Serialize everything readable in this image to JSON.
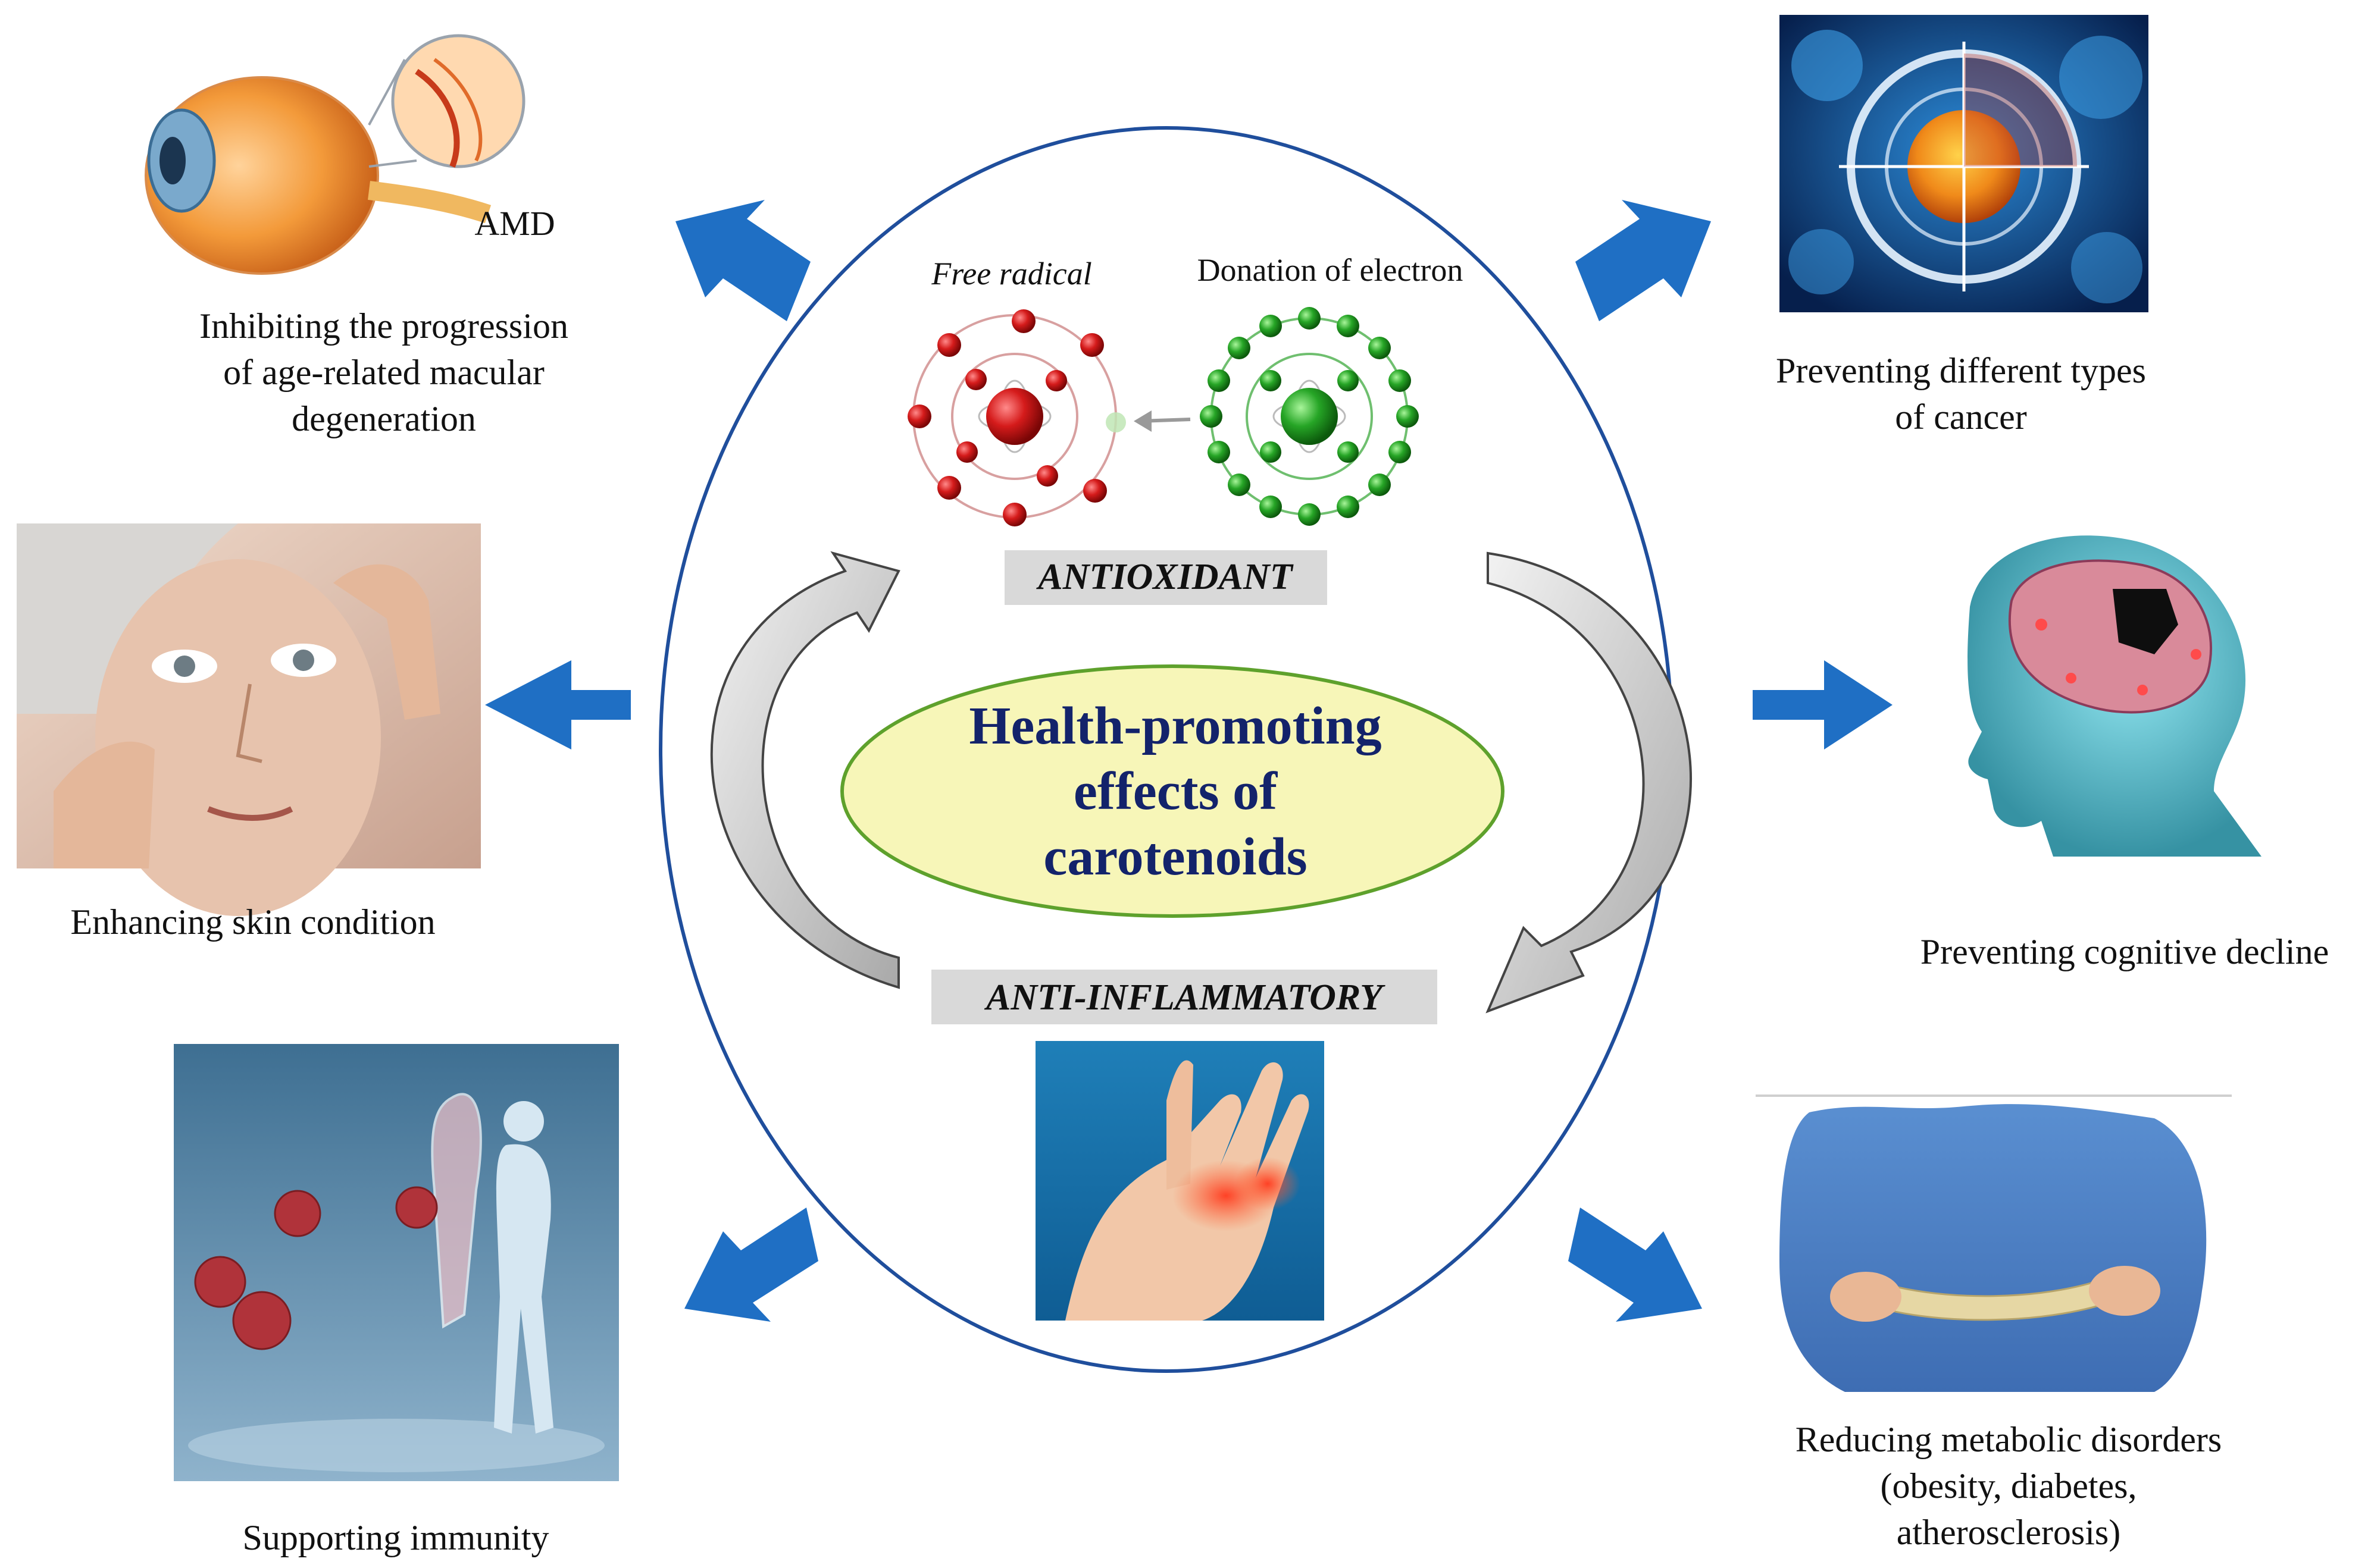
{
  "center": {
    "title_lines": [
      "Health-promoting",
      "effects of",
      "carotenoids"
    ]
  },
  "mechanisms": {
    "antioxidant": "ANTIOXIDANT",
    "anti_inflammatory": "ANTI-INFLAMMATORY",
    "free_radical": "Free radical",
    "donation": "Donation of electron"
  },
  "effects": {
    "amd": {
      "badge": "AMD",
      "lines": [
        "Inhibiting the progression",
        "of age-related macular",
        "degeneration"
      ]
    },
    "cancer": {
      "lines": [
        "Preventing different types",
        "of cancer"
      ]
    },
    "skin": {
      "lines": [
        "Enhancing skin condition"
      ]
    },
    "cognitive": {
      "lines": [
        "Preventing cognitive decline"
      ]
    },
    "immunity": {
      "lines": [
        "Supporting immunity"
      ]
    },
    "metabolic": {
      "lines": [
        "Reducing metabolic disorders",
        "(obesity, diabetes,",
        "atherosclerosis)"
      ]
    }
  },
  "colors": {
    "circle": "#1f4e9c",
    "arrow_blue": "#1f6fc4",
    "ellipse_fill": "#f7f6b8",
    "ellipse_stroke": "#5ea12c",
    "title": "#13236b",
    "radical_red": "#cc1111",
    "electron_green": "#1f9a1f",
    "label_bg": "#d9d9d9"
  }
}
